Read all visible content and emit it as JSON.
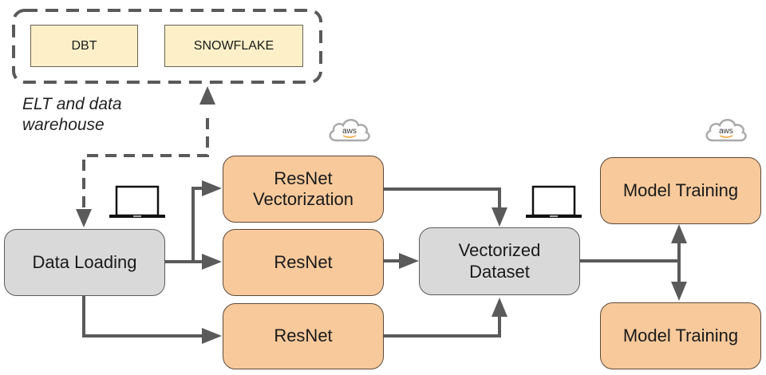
{
  "warehouse": {
    "tools": [
      "DBT",
      "SNOWFLAKE"
    ],
    "caption_line1": "ELT and data",
    "caption_line2": "warehouse"
  },
  "nodes": {
    "data_loading": "Data Loading",
    "resnet_vectorization_line1": "ResNet",
    "resnet_vectorization_line2": "Vectorization",
    "resnet_middle": "ResNet",
    "resnet_bottom": "ResNet",
    "vectorized_dataset_line1": "Vectorized",
    "vectorized_dataset_line2": "Dataset",
    "model_training_top": "Model Training",
    "model_training_bottom": "Model Training"
  },
  "icons": {
    "cloud_label": "aws",
    "laptop": "laptop-icon",
    "cloud": "aws-cloud-icon"
  },
  "colors": {
    "orange_fill": "#f7c99b",
    "gray_fill": "#d9d9d9",
    "tool_fill": "#fdf0c9",
    "arrow": "#5a5a5a"
  }
}
